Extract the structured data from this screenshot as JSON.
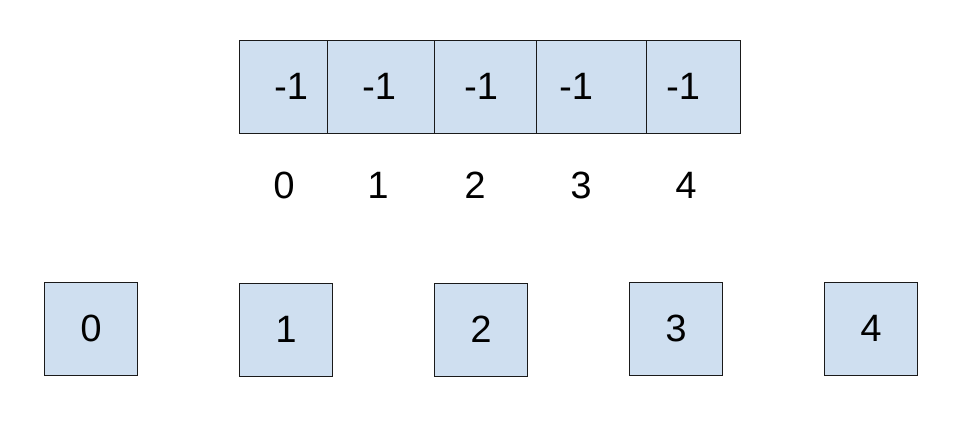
{
  "array": {
    "values": [
      "-1",
      "-1",
      "-1",
      "-1",
      "-1"
    ],
    "indices": [
      "0",
      "1",
      "2",
      "3",
      "4"
    ]
  },
  "nodes": [
    "0",
    "1",
    "2",
    "3",
    "4"
  ],
  "colors": {
    "cell_fill": "#cfdff0",
    "border": "#1a1a1a",
    "text": "#000000"
  }
}
